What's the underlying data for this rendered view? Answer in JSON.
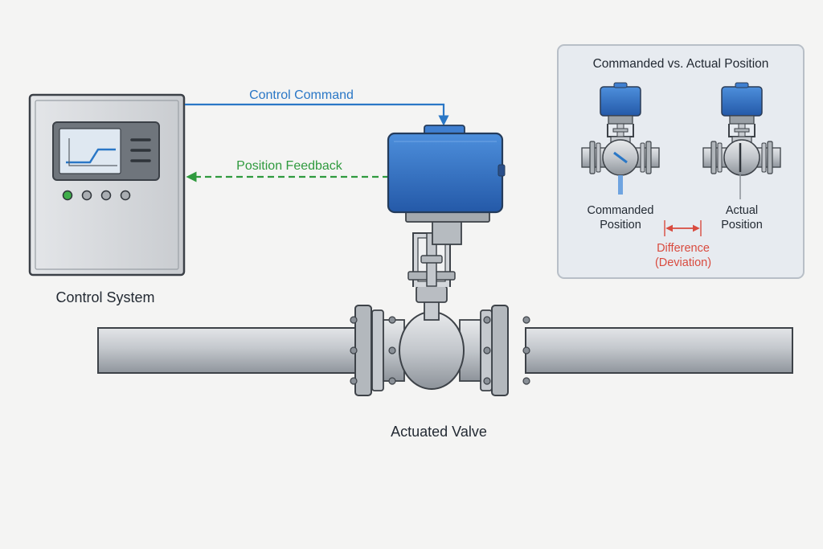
{
  "labels": {
    "control_command": "Control Command",
    "position_feedback": "Position Feedback",
    "control_system": "Control System",
    "actuated_valve": "Actuated Valve"
  },
  "inset": {
    "title": "Commanded vs. Actual Position",
    "commanded_line1": "Commanded",
    "commanded_line2": "Position",
    "actual_line1": "Actual",
    "actual_line2": "Position",
    "difference_line1": "Difference",
    "difference_line2": "(Deviation)"
  },
  "colors": {
    "command": "#2a77c6",
    "feedback": "#2f9a3e",
    "deviation": "#d94b3f",
    "actuator": "#2e6fc4",
    "steel": "#b9bdc2",
    "cabinet": "#d9dbde",
    "screen": "#dfe8f1",
    "indicator_on": "#3fae4a"
  },
  "icons": {
    "screen_trend": "trend-graph-icon",
    "menu_lines": "menu-lines-icon",
    "arrow_head": "arrow-head-icon"
  }
}
